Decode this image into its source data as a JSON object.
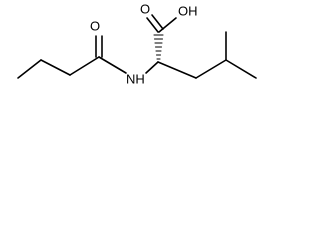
{
  "molecule": {
    "atom_labels": {
      "carboxyl_oh": "OH",
      "carboxyl_o": "O",
      "amide_o": "O",
      "amide_nh": "NH"
    }
  }
}
